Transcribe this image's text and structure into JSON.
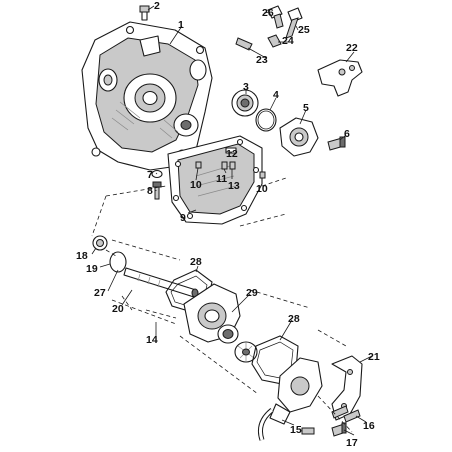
{
  "diagram": {
    "callouts": [
      "1",
      "2",
      "3",
      "4",
      "5",
      "6",
      "7",
      "8",
      "9",
      "10",
      "10",
      "11",
      "12",
      "13",
      "14",
      "15",
      "16",
      "17",
      "18",
      "19",
      "20",
      "21",
      "22",
      "23",
      "24",
      "25",
      "26",
      "27",
      "28",
      "28",
      "29"
    ]
  }
}
